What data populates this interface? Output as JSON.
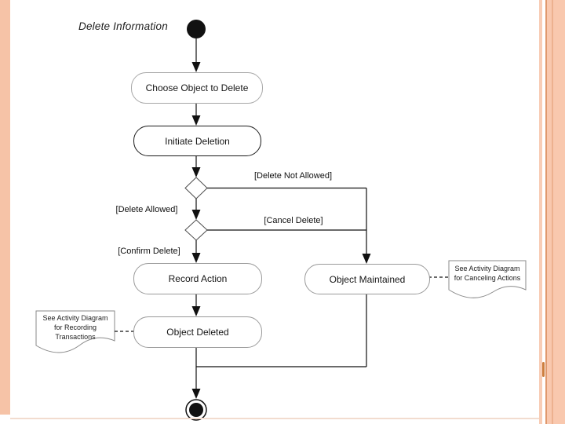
{
  "frame": {
    "stripe_color": "#f6c3a7",
    "right_stripe_color": "#f8cdb6",
    "accent_line_color": "#e0996e",
    "block_color": "#f9c8ae",
    "inner_stripe_color": "#edb18f",
    "bottom_line_color": "#f2dccf",
    "tick_color": "#cd7f3f"
  },
  "diagram": {
    "title": "Delete Information",
    "nodes": {
      "choose": {
        "label": "Choose Object to Delete"
      },
      "initiate": {
        "label": "Initiate Deletion"
      },
      "record": {
        "label": "Record Action"
      },
      "maintained": {
        "label": "Object Maintained"
      },
      "deleted": {
        "label": "Object Deleted"
      }
    },
    "guards": {
      "not_allowed": "[Delete Not Allowed]",
      "allowed": "[Delete Allowed]",
      "cancel": "[Cancel Delete]",
      "confirm": "[Confirm Delete]"
    },
    "notes": {
      "recording": "See Activity Diagram for Recording Transactions",
      "canceling": "See Activity Diagram for Canceling Actions"
    }
  }
}
